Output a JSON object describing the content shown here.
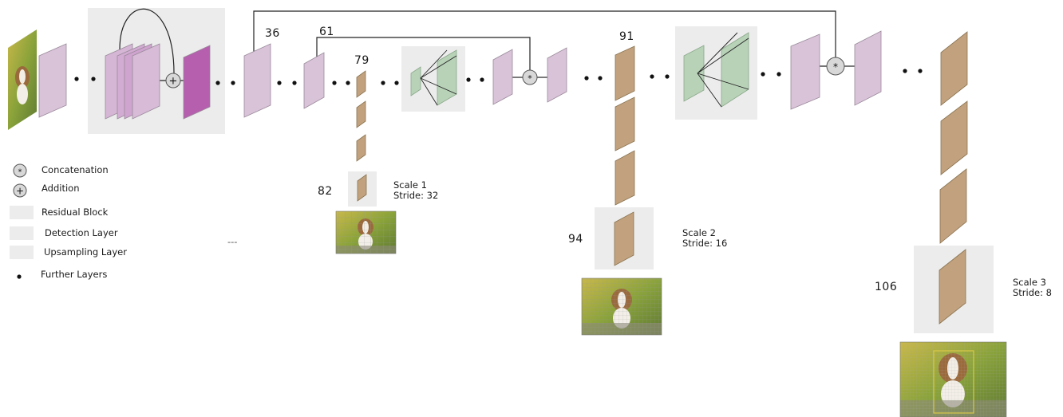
{
  "layer_numbers": {
    "n36": "36",
    "n61": "61",
    "n79": "79",
    "n82": "82",
    "n91": "91",
    "n94": "94",
    "n106": "106"
  },
  "scales": [
    {
      "name": "Scale 1",
      "stride": "Stride: 32"
    },
    {
      "name": "Scale 2",
      "stride": "Stride: 16"
    },
    {
      "name": "Scale 3",
      "stride": "Stride: 8"
    }
  ],
  "legend": {
    "concatenation": "Concatenation",
    "addition": "Addition",
    "residual_block": "Residual Block",
    "detection_layer": "Detection Layer",
    "upsampling_layer": "Upsampling Layer",
    "further_layers": "Further Layers",
    "ellipsis": "---"
  },
  "symbols": {
    "concat": "*",
    "add": "+"
  },
  "colors": {
    "feature_map": "#d9c3d9",
    "residual_output": "#b65fae",
    "detection": "#c2a27e",
    "upsampling": "#b8d2b8",
    "block_background": "#ececec",
    "circle_fill": "#d8d8d8"
  }
}
